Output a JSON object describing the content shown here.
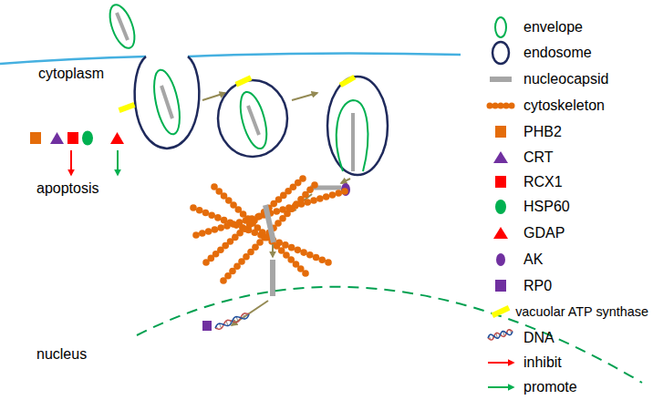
{
  "diagram": {
    "labels": [
      "cytoplasm",
      "apoptosis",
      "nucleus"
    ],
    "legend": [
      {
        "text": "envelope"
      },
      {
        "text": "endosome"
      },
      {
        "text": "nucleocapsid",
        "color": "#a6a6a6"
      },
      {
        "text": "cytoskeleton",
        "color": "#e46c0a"
      },
      {
        "text": "PHB2",
        "color": "#e46c0a"
      },
      {
        "text": "CRT",
        "color": "#7030a0"
      },
      {
        "text": "RCX1",
        "color": "#ff0000"
      },
      {
        "text": "HSP60",
        "color": "#00b050"
      },
      {
        "text": "GDAP",
        "color": "#ff0000"
      },
      {
        "text": "AK",
        "color": "#7030a0"
      },
      {
        "text": "RP0",
        "color": "#7030a0"
      },
      {
        "text": "vacuolar ATP synthase",
        "color": "#ffff00"
      },
      {
        "text": "DNA"
      },
      {
        "text": "inhibit"
      },
      {
        "text": "promote"
      }
    ]
  }
}
